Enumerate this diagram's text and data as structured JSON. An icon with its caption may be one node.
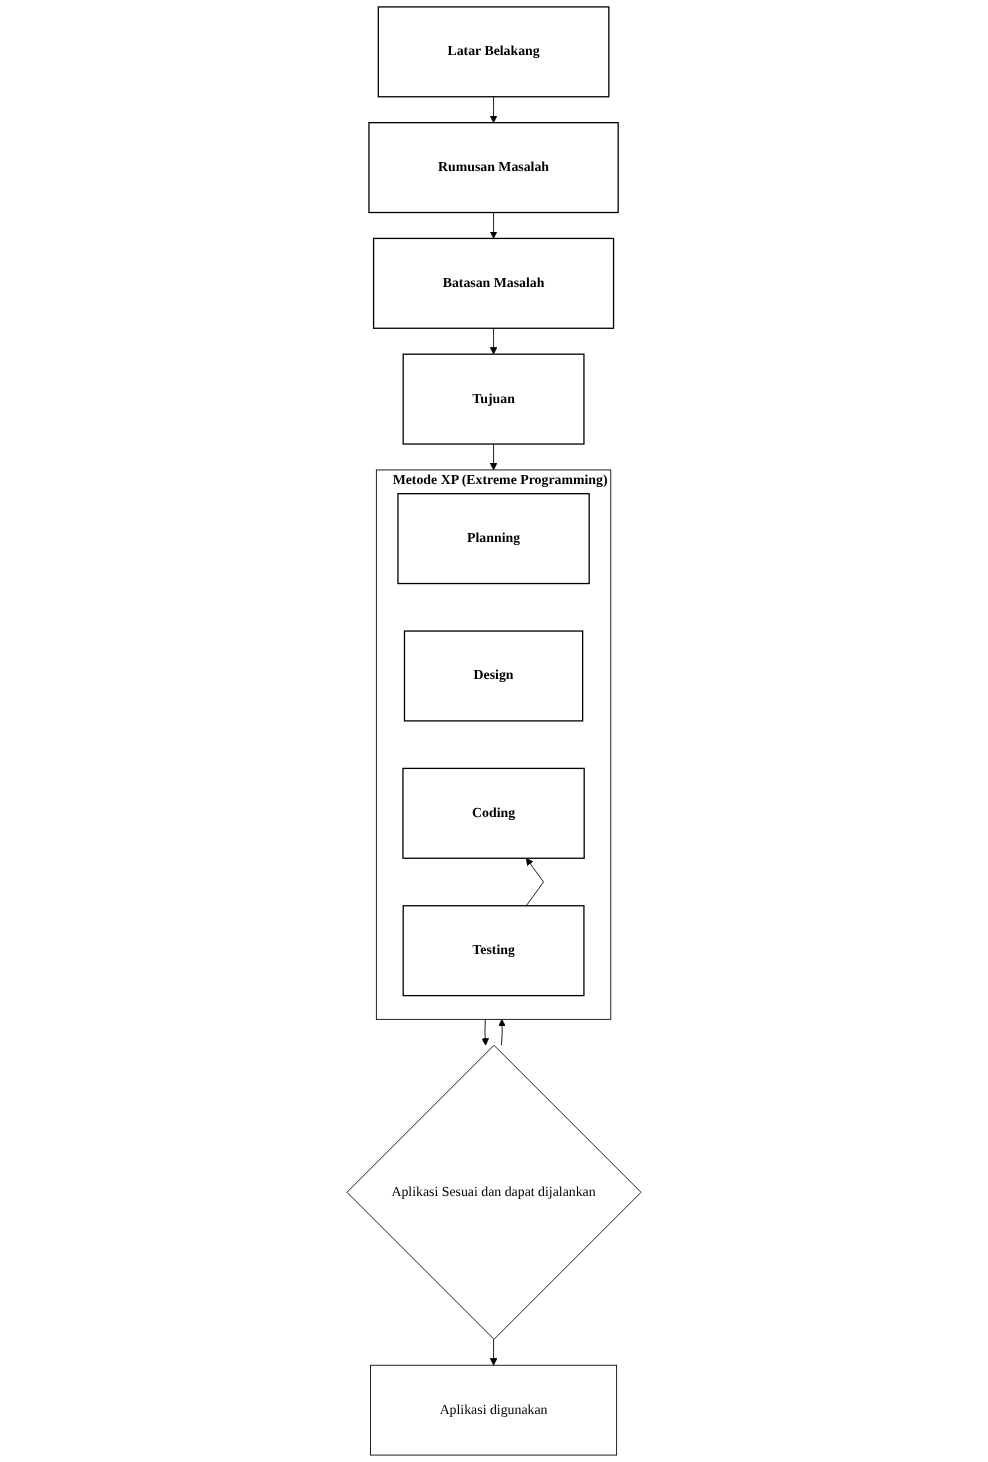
{
  "diagram": {
    "nodes": [
      {
        "text": [
          "Latar Belakang"
        ]
      },
      {
        "text": [
          "Rumusan Masalah"
        ]
      },
      {
        "text": [
          "Batasan Masalah"
        ]
      },
      {
        "text": [
          "Tujuan"
        ]
      },
      {
        "text": [
          "Metode XP (Extreme Programming)"
        ]
      },
      {
        "text": [
          "Planning"
        ],
        "in": 4
      },
      {
        "text": [
          "Design"
        ],
        "in": 4
      },
      {
        "text": [
          "Coding"
        ],
        "in": 4
      },
      {
        "text": [
          "Testing"
        ],
        "in": 4
      },
      {
        "text": [
          "Aplikasi Sesuai dan dapat dijalankan"
        ]
      },
      {
        "text": [
          "Aplikasi digunakan"
        ]
      }
    ],
    "edges": [
      {
        "from": 0,
        "to": 1,
        "arrow": "to"
      },
      {
        "from": 1,
        "to": 2,
        "arrow": "to"
      },
      {
        "from": 2,
        "to": 3,
        "arrow": "to"
      },
      {
        "from": 3,
        "to": 4,
        "arrow": "to"
      },
      {
        "from": 8,
        "to": 7,
        "arrow": "to"
      },
      {
        "from": 4,
        "to": 9,
        "arrow": "to"
      },
      {
        "from": 9,
        "to": 10,
        "arrow": "to"
      },
      {
        "from": 9,
        "to": 4,
        "arrow": "to"
      }
    ]
  }
}
